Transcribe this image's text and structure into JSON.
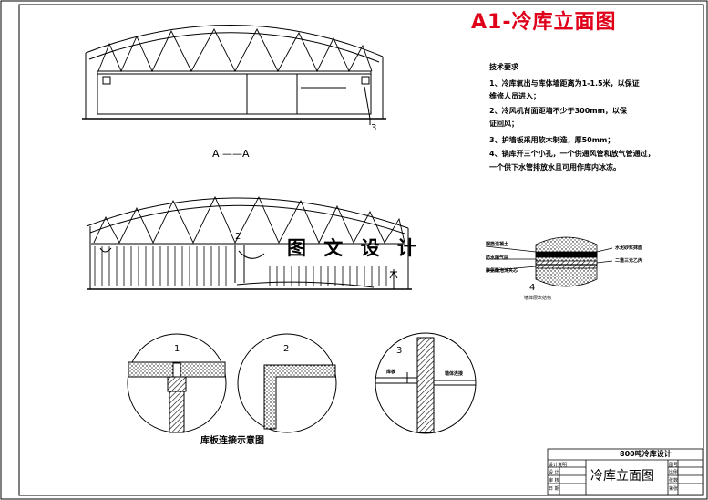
{
  "drawing": {
    "title": "A1-冷库立面图",
    "watermark": "图 文 设 计",
    "section_label": "A ——A",
    "joint_caption": "库板连接示意图",
    "wall_caption": "墙体层次结构",
    "detail_numbers": [
      "1",
      "2",
      "3",
      "4",
      "2",
      "3"
    ],
    "requirements_heading": "技术要求",
    "requirements": [
      "1、冷库氧出与库体墙距离为1-1.5米，以保证",
      "维修人员进入；",
      "2、冷风机背面距墙不少于300mm，以保",
      "证回风；",
      "3、护墙板采用软木制造，厚50mm；",
      "4、锅库开三个小孔，一个供通风管和放气管通过，",
      "一个供下水管排放水且可用作库内冰冻。"
    ],
    "wall_layer_labels_left": [
      "钢筋混凝土",
      "防水隔气层",
      "聚氨酯泡沫夹芯"
    ],
    "wall_layer_labels_right": [
      "水泥砂浆抹面",
      "二道三元乙丙"
    ],
    "detail3_labels": [
      "库板",
      "墙体连接"
    ]
  },
  "title_block": {
    "project": "800吨冷库设计",
    "drawing_name": "冷库立面图",
    "left_rows": [
      "设计说明",
      "设  计",
      "审  核",
      "日  期"
    ],
    "right_rows": [
      "图号",
      "比例",
      "张数",
      "第张"
    ]
  },
  "colors": {
    "title_red": "#e0001a",
    "line": "#000000",
    "background": "#ffffff"
  }
}
